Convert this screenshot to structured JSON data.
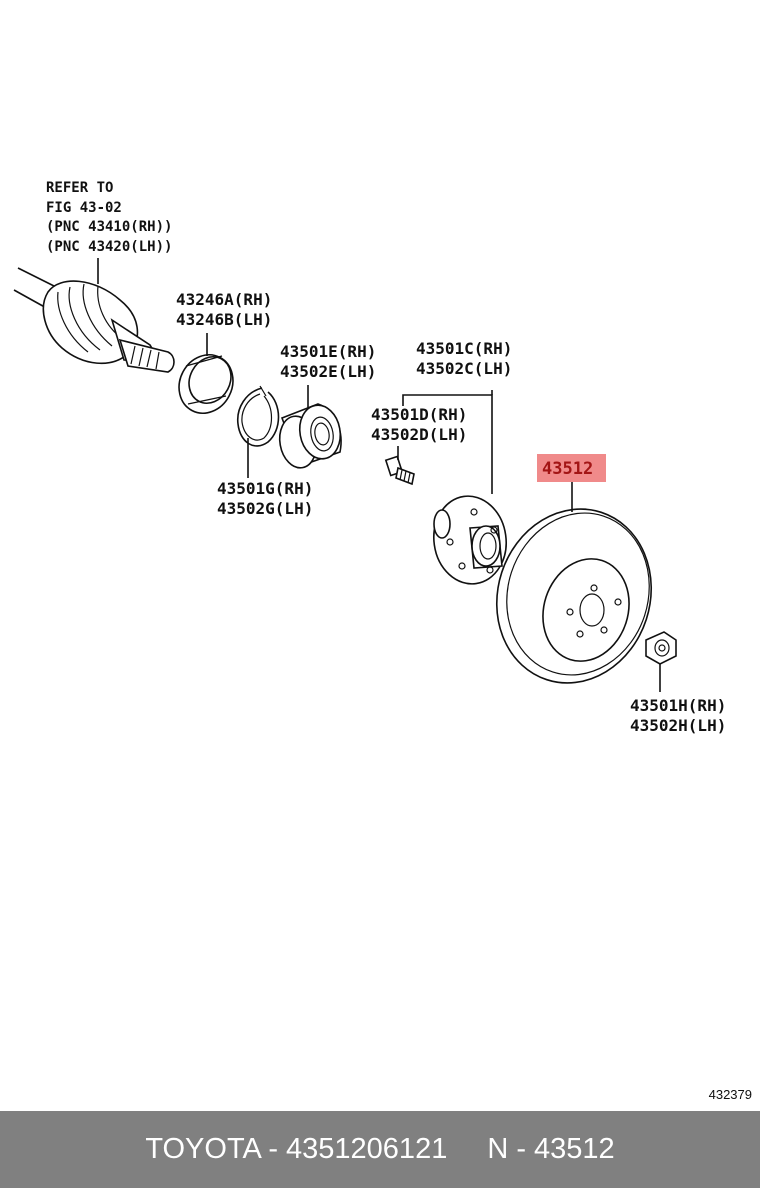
{
  "labels": {
    "refer_line1": "REFER TO",
    "refer_line2": "FIG 43-02",
    "refer_line3": "(PNC 43410(RH))",
    "refer_line4": "(PNC 43420(LH))",
    "p43246a": "43246A(RH)",
    "p43246b": "43246B(LH)",
    "p43501e": "43501E(RH)",
    "p43502e": "43502E(LH)",
    "p43501c": "43501C(RH)",
    "p43502c": "43502C(LH)",
    "p43501d": "43501D(RH)",
    "p43502d": "43502D(LH)",
    "p43501g": "43501G(RH)",
    "p43502g": "43502G(LH)",
    "p43512": "43512",
    "p43501h": "43501H(RH)",
    "p43502h": "43502H(LH)"
  },
  "diagram_code": "432379",
  "footer": {
    "brand_part": "TOYOTA - 4351206121",
    "pnc": "N - 43512"
  },
  "colors": {
    "highlight_bg": "#f08a8a",
    "highlight_text": "#a31515",
    "footer_bg": "#808080"
  }
}
